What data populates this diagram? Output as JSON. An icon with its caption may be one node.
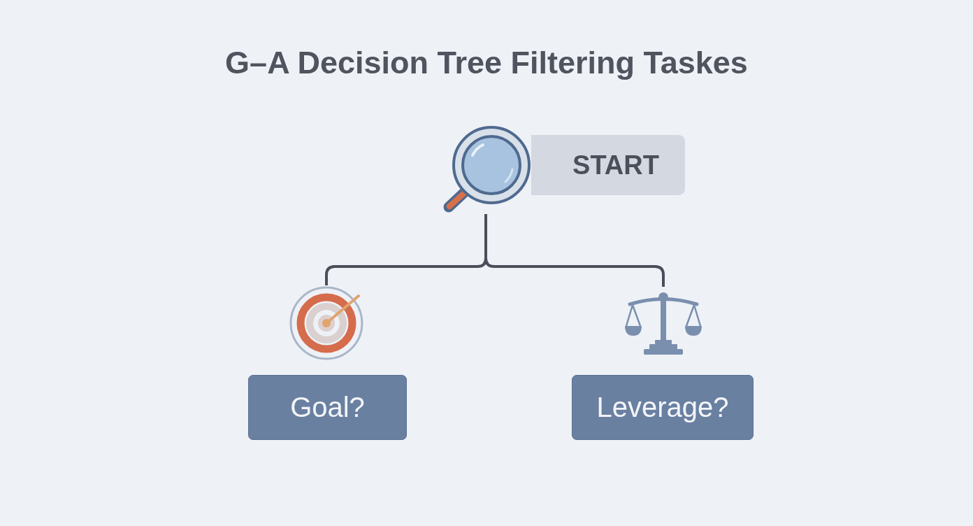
{
  "diagram": {
    "title": "G–A Decision Tree Filtering Taskes",
    "nodes": [
      {
        "text": [],
        "shape": "picture"
      },
      {
        "text": [
          "START"
        ]
      },
      {
        "text": [],
        "shape": "picture"
      },
      {
        "text": [],
        "shape": "picture"
      },
      {
        "text": [
          "Goal?"
        ]
      },
      {
        "text": [
          "Leverage?"
        ]
      }
    ],
    "edges": [
      {
        "from": 0,
        "to": 2,
        "arrow": "none"
      },
      {
        "from": 0,
        "to": 3,
        "arrow": "none"
      }
    ]
  }
}
